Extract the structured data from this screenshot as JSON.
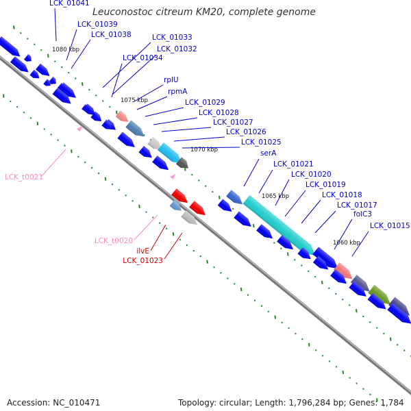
{
  "title": "Leuconostoc citreum KM20, complete genome",
  "accession_text": "Accession: NC_010471",
  "summary_text": "Topology: circular; Length: 1,796,284 bp; Genes: 1,784",
  "colors": {
    "cds": "#0000ee",
    "trna": "#ff99cc",
    "highlight": "#ee0000",
    "backbone": "#888888",
    "tick": "#228822",
    "label_blue": "#0000cc",
    "label_pink": "#ff88bb",
    "label_red": "#cc0000"
  },
  "kbp_markers": [
    "1080 kbp",
    "1075 kbp",
    "1070 kbp",
    "1065 kbp",
    "1060 kbp"
  ],
  "gene_labels": [
    {
      "text": "LCK_01041",
      "kind": "cds"
    },
    {
      "text": "LCK_01039",
      "kind": "cds"
    },
    {
      "text": "LCK_01038",
      "kind": "cds"
    },
    {
      "text": "LCK_01033",
      "kind": "cds"
    },
    {
      "text": "LCK_01032",
      "kind": "cds"
    },
    {
      "text": "LCK_01034",
      "kind": "cds"
    },
    {
      "text": "rplU",
      "kind": "cds"
    },
    {
      "text": "rpmA",
      "kind": "cds"
    },
    {
      "text": "LCK_01029",
      "kind": "cds"
    },
    {
      "text": "LCK_01028",
      "kind": "cds"
    },
    {
      "text": "LCK_01027",
      "kind": "cds"
    },
    {
      "text": "LCK_01026",
      "kind": "cds"
    },
    {
      "text": "LCK_01025",
      "kind": "cds"
    },
    {
      "text": "serA",
      "kind": "cds"
    },
    {
      "text": "LCK_01021",
      "kind": "cds"
    },
    {
      "text": "LCK_01020",
      "kind": "cds"
    },
    {
      "text": "LCK_01019",
      "kind": "cds"
    },
    {
      "text": "LCK_01018",
      "kind": "cds"
    },
    {
      "text": "LCK_01017",
      "kind": "cds"
    },
    {
      "text": "folC3",
      "kind": "cds"
    },
    {
      "text": "LCK_01015",
      "kind": "cds"
    },
    {
      "text": "LCK_t0021",
      "kind": "trna"
    },
    {
      "text": "LCK_t0020",
      "kind": "trna"
    },
    {
      "text": "ilvE",
      "kind": "highlight"
    },
    {
      "text": "LCK_01023",
      "kind": "highlight"
    }
  ]
}
